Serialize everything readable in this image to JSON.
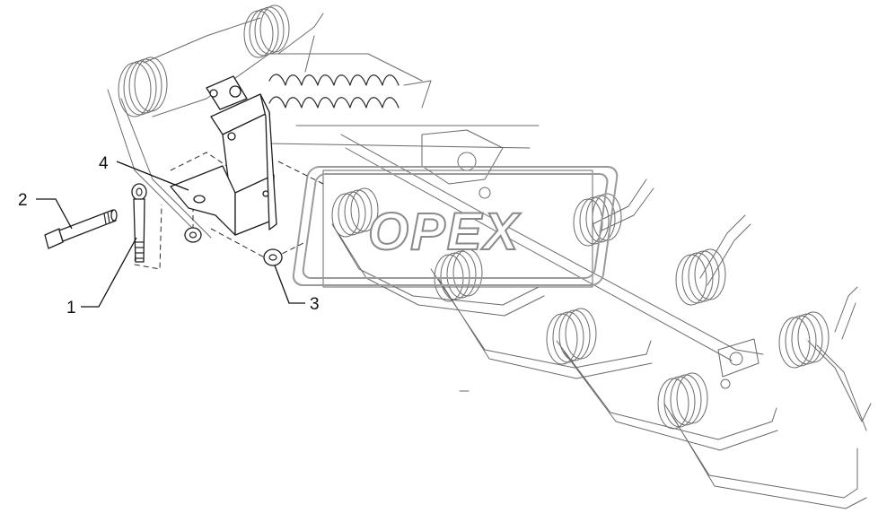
{
  "watermark": {
    "text": "OPEX"
  },
  "callouts": [
    {
      "id": "bolt-short",
      "label": "1"
    },
    {
      "id": "bolt-long",
      "label": "2"
    },
    {
      "id": "nut",
      "label": "3"
    },
    {
      "id": "bracket",
      "label": "4"
    }
  ]
}
